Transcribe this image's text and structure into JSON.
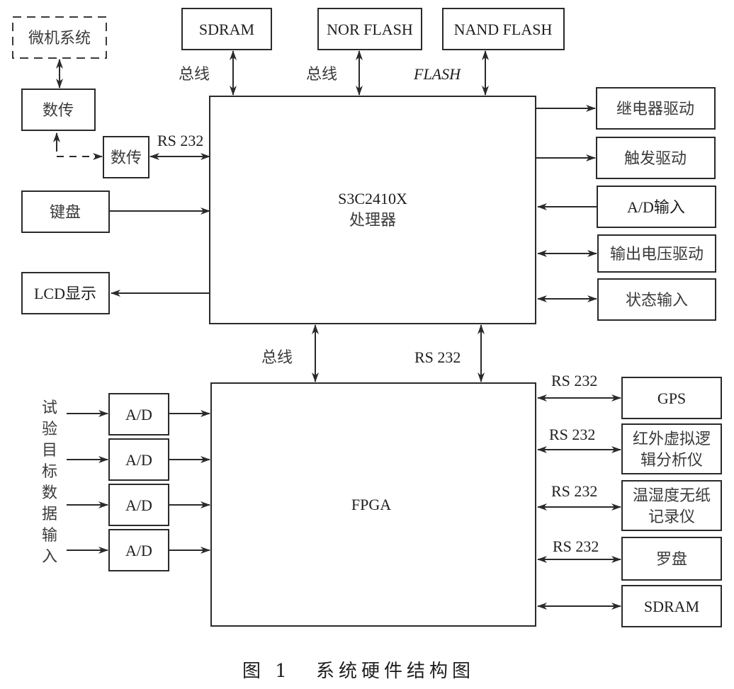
{
  "title": "系统硬件结构图",
  "caption": {
    "figure": "图 1",
    "text": "系统硬件结构图"
  },
  "nodes": {
    "microcomputer": "微机系统",
    "datalink_remote": "数传",
    "datalink_local": "数传",
    "keyboard": "键盘",
    "lcd": "LCD显示",
    "sdram_top": "SDRAM",
    "nor_flash": "NOR FLASH",
    "nand_flash": "NAND FLASH",
    "cpu_line1": "S3C2410X",
    "cpu_line2": "处理器",
    "relay_drive": "继电器驱动",
    "trigger_drive": "触发驱动",
    "ad_input": "A/D输入",
    "voltage_drive": "输出电压驱动",
    "status_input": "状态输入",
    "fpga": "FPGA",
    "ad": [
      "A/D",
      "A/D",
      "A/D",
      "A/D"
    ],
    "input_label": [
      "试",
      "验",
      "目",
      "标",
      "数",
      "据",
      "输",
      "入"
    ],
    "gps": "GPS",
    "ir_logic_line1": "红外虚拟逻",
    "ir_logic_line2": "辑分析仪",
    "recorder_line1": "温湿度无纸",
    "recorder_line2": "记录仪",
    "compass": "罗盘",
    "sdram_bottom": "SDRAM"
  },
  "edge_labels": {
    "sdram_bus": "总线",
    "nor_bus": "总线",
    "nand_bus": "FLASH",
    "datalink_rs232": "RS 232",
    "cpu_fpga_bus": "总线",
    "cpu_fpga_rs232": "RS 232",
    "gps_rs232": "RS 232",
    "ir_rs232": "RS 232",
    "recorder_rs232": "RS 232",
    "compass_rs232": "RS 232"
  }
}
